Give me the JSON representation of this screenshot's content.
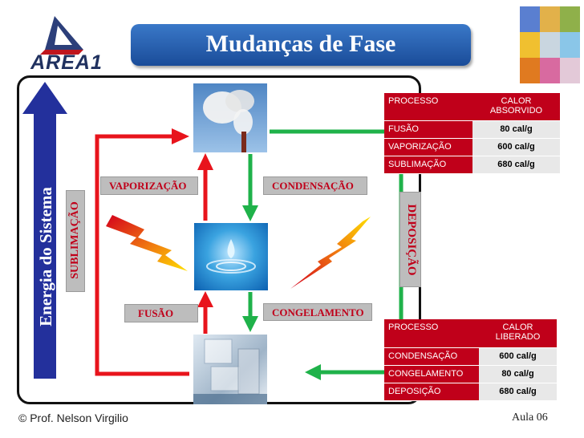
{
  "logo": {
    "text": "AREA1"
  },
  "title": "Mudanças de Fase",
  "energy_axis": {
    "label": "Energia do Sistema"
  },
  "processes": {
    "sublimacao": "SUBLIMAÇÃO",
    "vaporizacao": "VAPORIZAÇÃO",
    "condensacao": "CONDENSAÇÃO",
    "fusao": "FUSÃO",
    "congelamento": "CONGELAMENTO",
    "deposicao": "DEPOSIÇÃO"
  },
  "table_absorbed": {
    "headers": [
      "PROCESSO",
      "CALOR ABSORVIDO"
    ],
    "rows": [
      [
        "FUSÃO",
        "80 cal/g"
      ],
      [
        "VAPORIZAÇÃO",
        "600 cal/g"
      ],
      [
        "SUBLIMAÇÃO",
        "680 cal/g"
      ]
    ]
  },
  "table_released": {
    "headers": [
      "PROCESSO",
      "CALOR LIBERADO"
    ],
    "rows": [
      [
        "CONDENSAÇÃO",
        "600 cal/g"
      ],
      [
        "CONGELAMENTO",
        "80 cal/g"
      ],
      [
        "DEPOSIÇÃO",
        "680 cal/g"
      ]
    ]
  },
  "footer": {
    "author": "© Prof. Nelson Virgilio",
    "lesson": "Aula 06"
  },
  "colors": {
    "heating_arrow": "#e8141c",
    "cooling_arrow": "#1fb24a",
    "energy_arrow": "#23309c",
    "table_header": "#c0001a",
    "title_banner": "#2a62b5"
  }
}
